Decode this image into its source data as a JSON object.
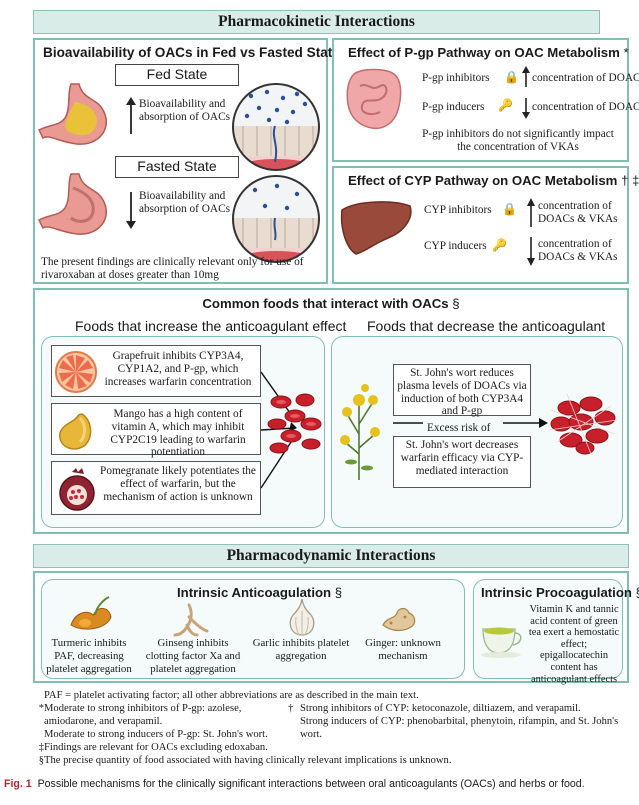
{
  "banner_pk": "Pharmacokinetic Interactions",
  "banner_pd": "Pharmacodynamic Interactions",
  "bioavailability": {
    "title": "Bioavailability of OACs in Fed vs Fasted State",
    "fed": "Fed State",
    "fasted": "Fasted State",
    "fed_text": "Bioavailability and absorption of OACs",
    "fasted_text": "Bioavailability and absorption of OACs",
    "note": "The present findings are clinically relevant only for use of rivaroxaban at doses greater than 10mg"
  },
  "pgp": {
    "title": "Effect of P-gp Pathway on OAC Metabolism",
    "mark": "*",
    "inhibitors": "P-gp inhibitors",
    "inducers": "P-gp inducers",
    "inhibitors_effect": "concentration of DOACs",
    "inducers_effect": "concentration of DOACs",
    "note": "P-gp inhibitors do not significantly impact the concentration of VKAs"
  },
  "cyp": {
    "title": "Effect of CYP Pathway on OAC Metabolism",
    "mark": "† ‡",
    "inhibitors": "CYP inhibitors",
    "inducers": "CYP inducers",
    "inhibitors_effect": "concentration of DOACs & VKAs",
    "inducers_effect": "concentration of DOACs & VKAs"
  },
  "foods": {
    "title": "Common foods that interact with OACs",
    "mark": "§",
    "increase_heading": "Foods that increase the anticoagulant effect",
    "decrease_heading": "Foods that decrease the anticoagulant effect",
    "grapefruit": "Grapefruit inhibits CYP3A4, CYP1A2, and P-gp, which increases warfarin concentration",
    "mango": "Mango has a high content of vitamin A, which may inhibit CYP2C19 leading to warfarin potentiation",
    "pomegranate": "Pomegranate likely potentiates the effect of warfarin, but the mechanism of action is unknown",
    "stjohns_1": "St. John's wort reduces plasma levels of DOACs via induction of both CYP3A4 and P-gp",
    "excess": "Excess risk of",
    "stjohns_2": "St. John's wort decreases warfarin efficacy via CYP-mediated interaction"
  },
  "anticoag": {
    "title": "Intrinsic Anticoagulation",
    "mark": "§",
    "turmeric": "Turmeric inhibits PAF, decreasing platelet aggregation",
    "ginseng": "Ginseng inhibits clotting factor Xa and platelet aggregation",
    "garlic": "Garlic inhibits platelet aggregation",
    "ginger": "Ginger: unknown mechanism"
  },
  "procoag": {
    "title": "Intrinsic Procoagulation",
    "mark": "§",
    "text": "Vitamin K and tannic acid content of green tea exert a hemostatic effect; epigallocatechin content has anticoagulant effects"
  },
  "footnotes": {
    "paf": "PAF = platelet activating factor; all other abbreviations are as described in the main text.",
    "star_sym": "*",
    "star": "Moderate to strong inhibitors of P-gp: azolese, amiodarone, and verapamil.",
    "star2": "Moderate to strong inducers of P-gp: St. John's wort.",
    "dagger_sym": "†",
    "dagger": "Strong inhibitors of CYP: ketoconazole, diltiazem, and verapamil.",
    "dagger2": "Strong inducers of CYP: phenobarbital, phenytoin, rifampin, and St. John's wort.",
    "ddagger_sym": "‡",
    "ddagger": "Findings are relevant for OACs excluding edoxaban.",
    "section_sym": "§",
    "section": "The precise quantity of food associated with having clinically relevant implications is unknown."
  },
  "caption": {
    "label": "Fig. 1",
    "text": "Possible mechanisms for the clinically significant interactions between oral anticoagulants (OACs) and herbs or food."
  },
  "colors": {
    "panel_border": "#7fc0b3",
    "banner_bg": "#d9ece8",
    "blood_red": "#c8202a",
    "caption_label": "#b3262c"
  }
}
